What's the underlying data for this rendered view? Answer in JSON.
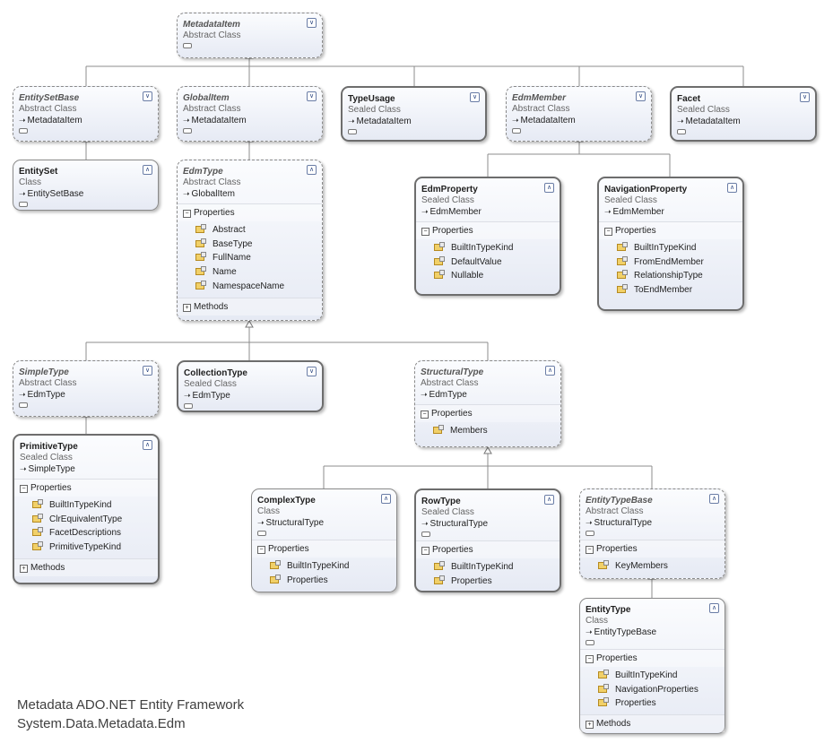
{
  "caption": {
    "line1": "Metadata ADO.NET Entity Framework",
    "line2": "System.Data.Metadata.Edm"
  },
  "labels": {
    "properties": "Properties",
    "methods": "Methods"
  },
  "classes": {
    "metadata_item": {
      "name": "MetadataItem",
      "stereotype": "Abstract Class"
    },
    "entity_set_base": {
      "name": "EntitySetBase",
      "stereotype": "Abstract Class",
      "base": "MetadataItem"
    },
    "global_item": {
      "name": "GlobalItem",
      "stereotype": "Abstract Class",
      "base": "MetadataItem"
    },
    "type_usage": {
      "name": "TypeUsage",
      "stereotype": "Sealed Class",
      "base": "MetadataItem"
    },
    "edm_member": {
      "name": "EdmMember",
      "stereotype": "Abstract Class",
      "base": "MetadataItem"
    },
    "facet": {
      "name": "Facet",
      "stereotype": "Sealed Class",
      "base": "MetadataItem"
    },
    "entity_set": {
      "name": "EntitySet",
      "stereotype": "Class",
      "base": "EntitySetBase"
    },
    "edm_type": {
      "name": "EdmType",
      "stereotype": "Abstract Class",
      "base": "GlobalItem",
      "properties": [
        "Abstract",
        "BaseType",
        "FullName",
        "Name",
        "NamespaceName"
      ]
    },
    "edm_property": {
      "name": "EdmProperty",
      "stereotype": "Sealed Class",
      "base": "EdmMember",
      "properties": [
        "BuiltInTypeKind",
        "DefaultValue",
        "Nullable"
      ]
    },
    "navigation_property": {
      "name": "NavigationProperty",
      "stereotype": "Sealed Class",
      "base": "EdmMember",
      "properties": [
        "BuiltInTypeKind",
        "FromEndMember",
        "RelationshipType",
        "ToEndMember"
      ]
    },
    "simple_type": {
      "name": "SimpleType",
      "stereotype": "Abstract Class",
      "base": "EdmType"
    },
    "collection_type": {
      "name": "CollectionType",
      "stereotype": "Sealed Class",
      "base": "EdmType"
    },
    "structural_type": {
      "name": "StructuralType",
      "stereotype": "Abstract Class",
      "base": "EdmType",
      "properties": [
        "Members"
      ]
    },
    "primitive_type": {
      "name": "PrimitiveType",
      "stereotype": "Sealed Class",
      "base": "SimpleType",
      "properties": [
        "BuiltInTypeKind",
        "ClrEquivalentType",
        "FacetDescriptions",
        "PrimitiveTypeKind"
      ]
    },
    "complex_type": {
      "name": "ComplexType",
      "stereotype": "Class",
      "base": "StructuralType",
      "properties": [
        "BuiltInTypeKind",
        "Properties"
      ]
    },
    "row_type": {
      "name": "RowType",
      "stereotype": "Sealed Class",
      "base": "StructuralType",
      "properties": [
        "BuiltInTypeKind",
        "Properties"
      ]
    },
    "entity_type_base": {
      "name": "EntityTypeBase",
      "stereotype": "Abstract Class",
      "base": "StructuralType",
      "properties": [
        "KeyMembers"
      ]
    },
    "entity_type": {
      "name": "EntityType",
      "stereotype": "Class",
      "base": "EntityTypeBase",
      "properties": [
        "BuiltInTypeKind",
        "NavigationProperties",
        "Properties"
      ]
    }
  }
}
